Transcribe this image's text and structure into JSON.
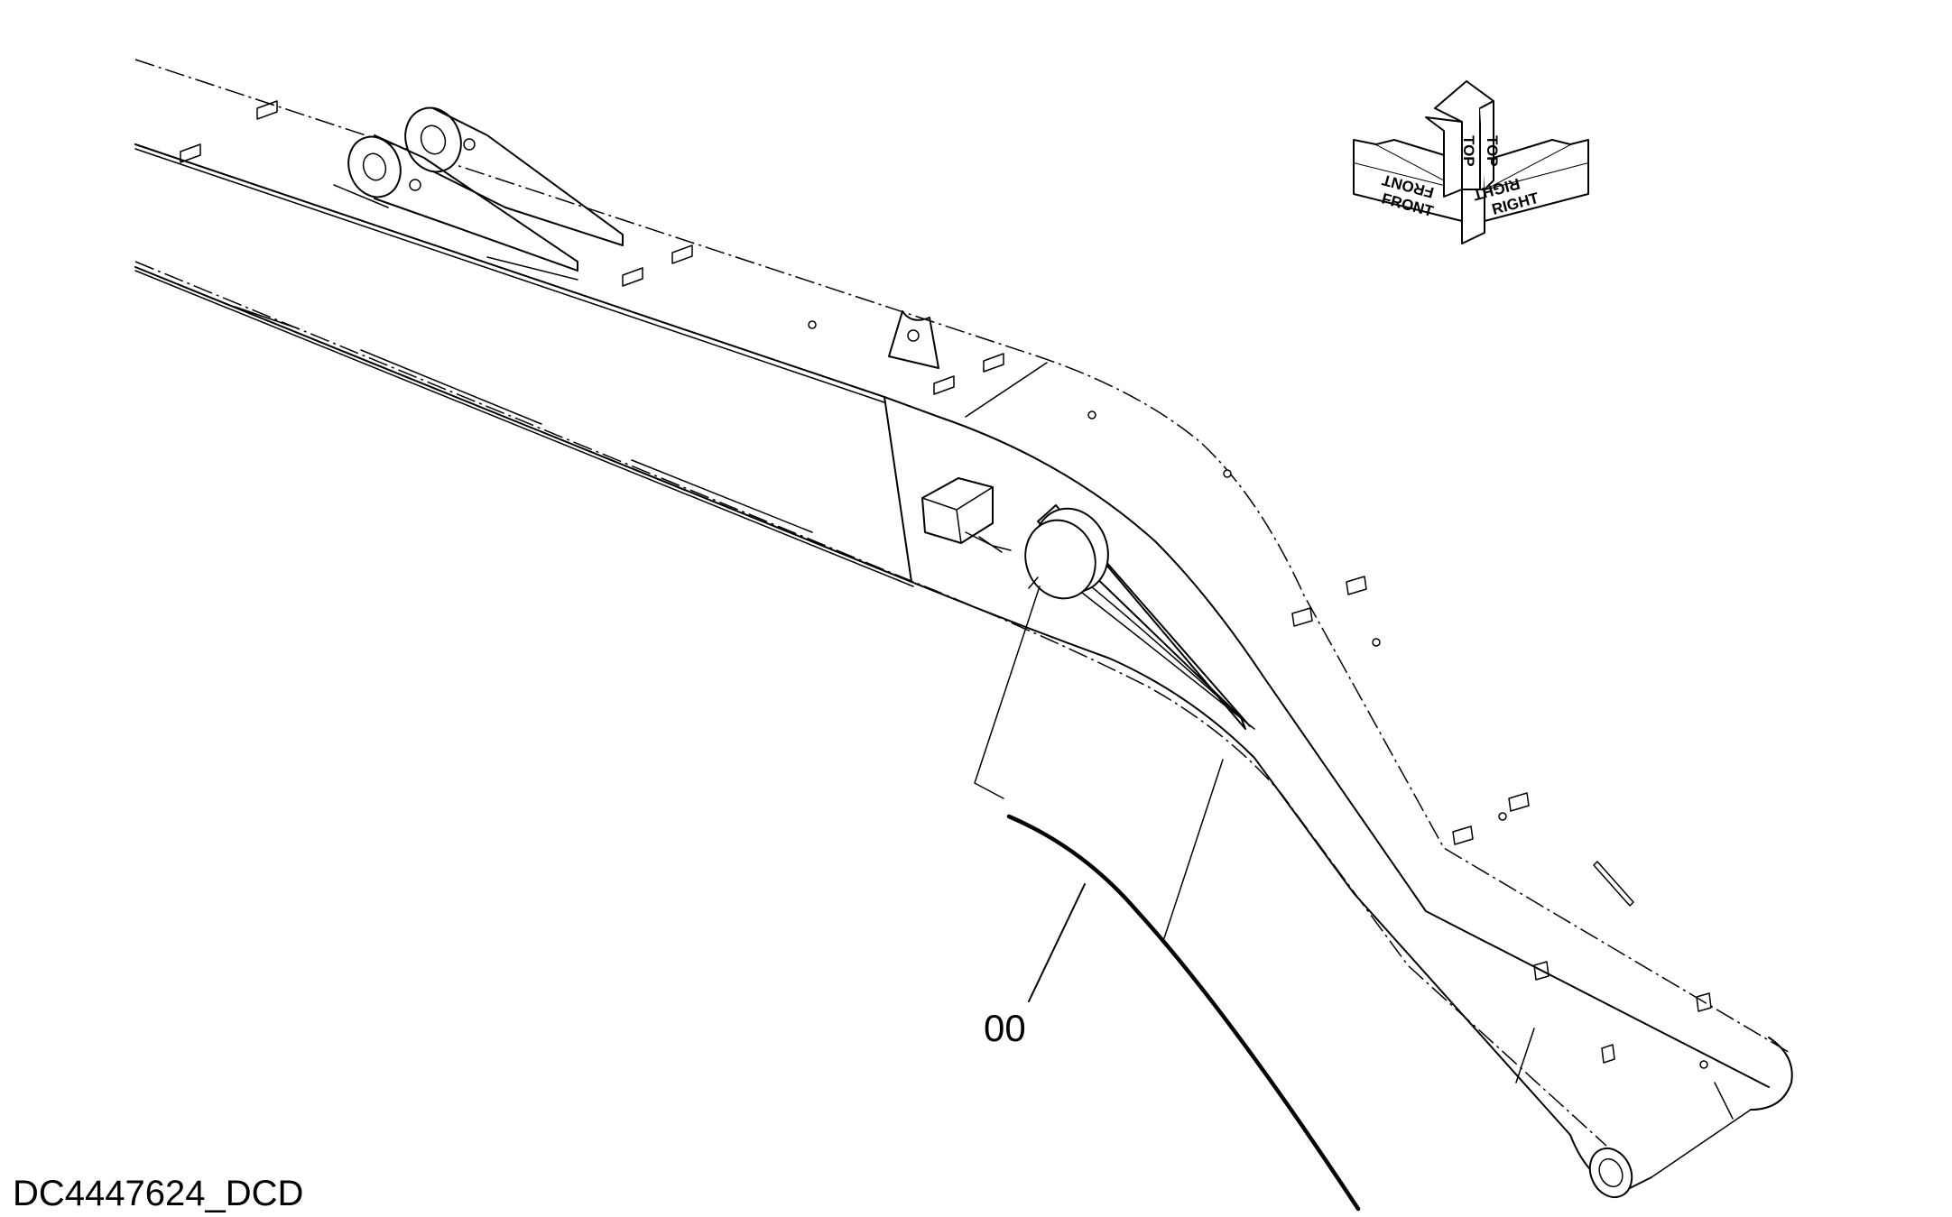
{
  "diagram": {
    "callout_label": "00",
    "drawing_code": "DC4447624_DCD",
    "orientation": {
      "front": "FRONT",
      "top": "TOP",
      "right": "RIGHT"
    }
  }
}
